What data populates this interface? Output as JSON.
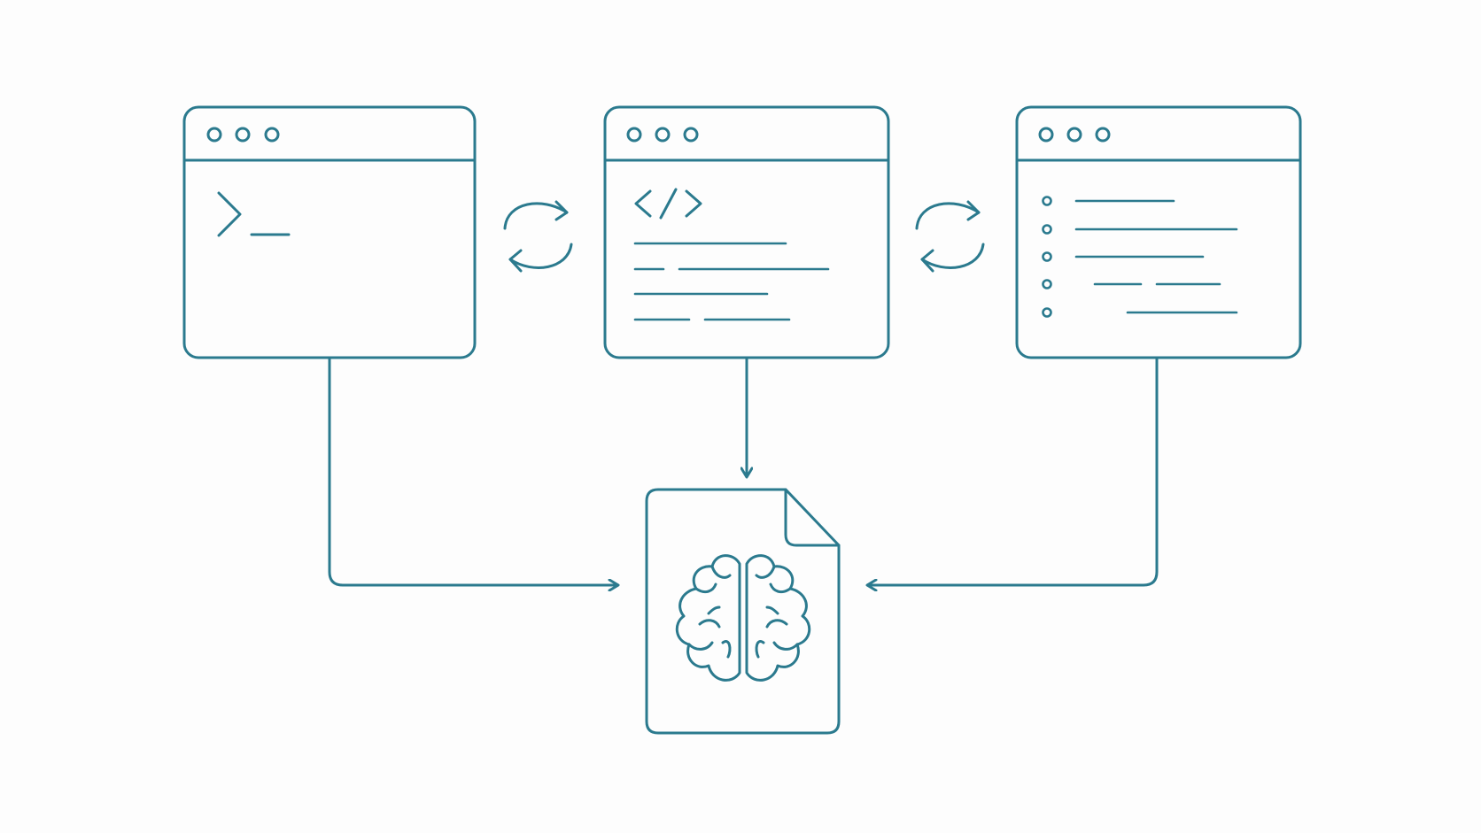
{
  "colors": {
    "stroke": "#2b7a8e",
    "background": "#fdfdfd"
  },
  "windows": [
    {
      "id": "terminal",
      "icon": "terminal-prompt-icon",
      "dots": 3
    },
    {
      "id": "code-editor",
      "icon": "code-brackets-icon",
      "dots": 3
    },
    {
      "id": "list-view",
      "icon": "bulleted-list-icon",
      "dots": 3
    }
  ],
  "center_document": {
    "icon": "brain-icon",
    "folded_corner": true
  },
  "connections": [
    {
      "from": "terminal",
      "to": "center_document",
      "type": "elbow-arrow"
    },
    {
      "from": "code-editor",
      "to": "center_document",
      "type": "straight-arrow"
    },
    {
      "from": "list-view",
      "to": "center_document",
      "type": "elbow-arrow"
    },
    {
      "between": [
        "terminal",
        "code-editor"
      ],
      "type": "sync-cycle-icon"
    },
    {
      "between": [
        "code-editor",
        "list-view"
      ],
      "type": "sync-cycle-icon"
    }
  ]
}
